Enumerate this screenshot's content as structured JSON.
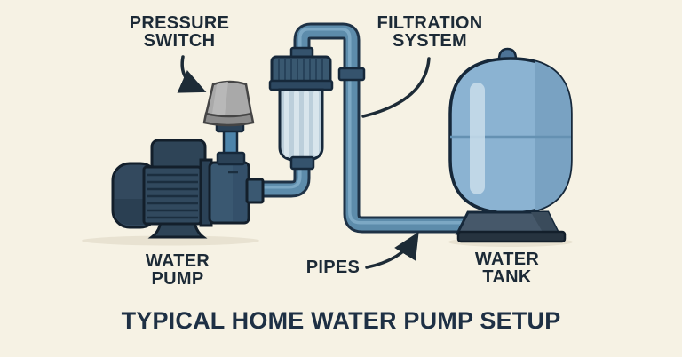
{
  "diagram": {
    "title": "TYPICAL HOME WATER PUMP SETUP",
    "labels": {
      "pressure_switch": {
        "line1": "PRESSURE",
        "line2": "SWITCH"
      },
      "filtration_system": {
        "line1": "FILTRATION",
        "line2": "SYSTEM"
      },
      "water_pump": {
        "line1": "WATER",
        "line2": "PUMP"
      },
      "pipes": {
        "line1": "PIPES"
      },
      "water_tank": {
        "line1": "WATER",
        "line2": "TANK"
      }
    },
    "components": [
      "pressure switch",
      "filtration system",
      "water pump",
      "pipes",
      "water tank"
    ],
    "colors": {
      "bg": "#f6f2e4",
      "ink": "#1c2a36",
      "title_ink": "#1e3044",
      "arrow": "#1d2b36",
      "pipe": "#5d8cab",
      "pipe_hl": "#85afca",
      "pipe_outline": "#1e3246",
      "dark_outline": "#16283a",
      "stem": "#4d84aa",
      "fitting": "#2b4257",
      "pump_body": "#2e4457",
      "pump_motor": "#33495e",
      "pump_motor_low": "#2a3f52",
      "pump_ribs": "#31495e",
      "pump_rib_line": "#1b2e3f",
      "pump_head": "#3a5871",
      "pump_head_shade": "#34506a",
      "pump_outline": "#131f2b",
      "switch_gray": "#a9a9a9",
      "switch_gray_light": "#bcbcbc",
      "switch_gray_dark": "#8b8b8b",
      "switch_outline": "#454545",
      "coupling": "#35536d",
      "filter_cap": "#395870",
      "filter_cap_line": "#27425a",
      "filter_lip": "#2d4861",
      "filter_body": "#bccfdb",
      "filter_stripe": "#d8e5ec",
      "tank_body": "#8bb3d2",
      "tank_shade": "#79a2c2",
      "tank_highlight": "#c9ddeb",
      "tank_knob": "#4d7396",
      "tank_seam": "#6591b2",
      "tank_base": "#46586a",
      "tank_base_shade": "#3a4b5b",
      "tank_plate": "#26333f",
      "shadow": "#e8e2d1"
    }
  }
}
